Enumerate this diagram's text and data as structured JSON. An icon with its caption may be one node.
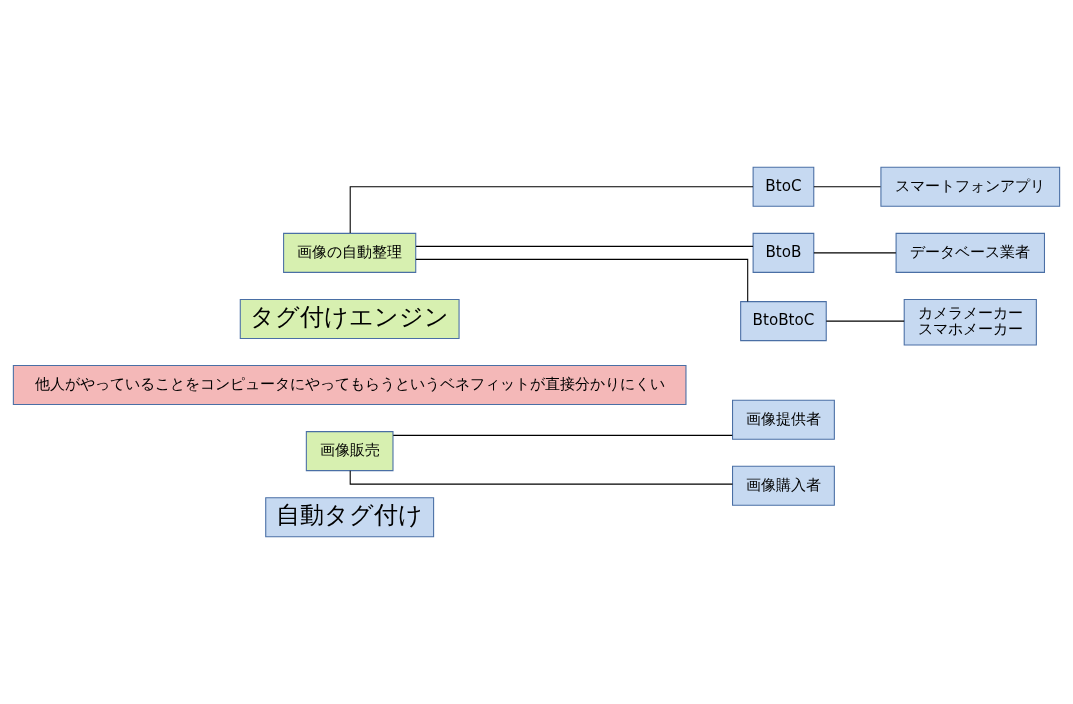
{
  "diagram": {
    "nodes": [
      {
        "text": [
          "自動タグ付け"
        ]
      },
      {
        "text": [
          "画像販売"
        ]
      },
      {
        "text": [
          "画像提供者"
        ]
      },
      {
        "text": [
          "画像購入者"
        ]
      },
      {
        "text": [
          "他人がやっていることをコンピュータにやってもらうというベネフィットが直接分かりにくい"
        ]
      },
      {
        "text": [
          "タグ付けエンジン"
        ]
      },
      {
        "text": [
          "画像の自動整理"
        ]
      },
      {
        "text": [
          "BtoC"
        ]
      },
      {
        "text": [
          "BtoB"
        ]
      },
      {
        "text": [
          "BtoBtoC"
        ]
      },
      {
        "text": [
          "スマートフォンアプリ"
        ]
      },
      {
        "text": [
          "データベース業者"
        ]
      },
      {
        "text": [
          "カメラメーカー",
          "スマホメーカー"
        ]
      }
    ],
    "edges": [
      {
        "from": 1,
        "to": 2,
        "arrow": "none"
      },
      {
        "from": 1,
        "to": 3,
        "arrow": "none"
      },
      {
        "from": 6,
        "to": 7,
        "arrow": "none"
      },
      {
        "from": 6,
        "to": 8,
        "arrow": "none"
      },
      {
        "from": 6,
        "to": 9,
        "arrow": "none"
      },
      {
        "from": 7,
        "to": 10,
        "arrow": "none"
      },
      {
        "from": 8,
        "to": 11,
        "arrow": "none"
      },
      {
        "from": 9,
        "to": 12,
        "arrow": "none"
      }
    ]
  }
}
